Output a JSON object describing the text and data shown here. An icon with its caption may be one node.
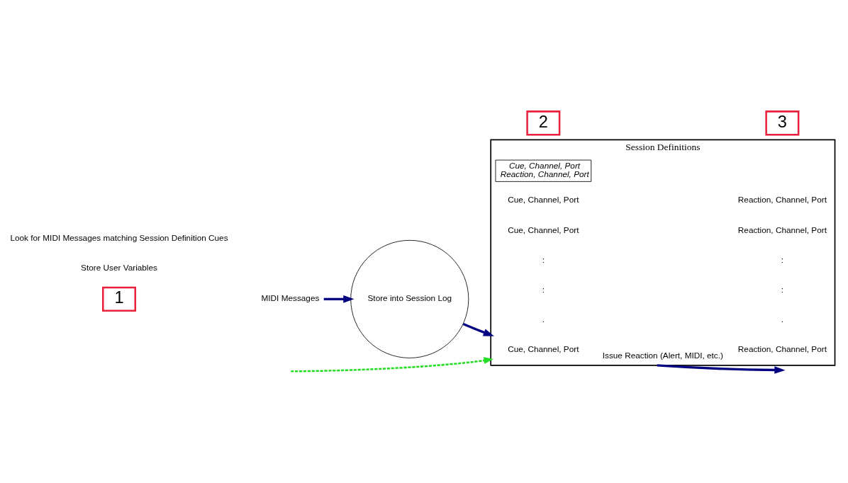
{
  "diagram": {
    "nodes": [
      {
        "text": [
          "1"
        ]
      },
      {
        "text": [
          "2"
        ]
      },
      {
        "text": [
          "3"
        ]
      },
      {
        "text": [
          "MIDI Messages"
        ]
      },
      {
        "text": [
          "Store into Session Log"
        ]
      },
      {
        "text": [
          "Session Definitions"
        ]
      },
      {
        "text": [
          "Cue, Channel, Port",
          "Reaction, Channel, Port"
        ],
        "in": 5
      }
    ],
    "edges": [
      {
        "from": 3,
        "to": 4,
        "arrow": "to"
      },
      {
        "from": 4,
        "to": 5,
        "arrow": "to"
      },
      {
        "from": null,
        "to": 5,
        "arrow": "to",
        "style": "dashed",
        "color": "#22dd22"
      },
      {
        "from": 5,
        "to": null,
        "arrow": "to",
        "label": "Issue Reaction (Alert, MIDI, etc.)"
      }
    ],
    "labels": [
      "Cue, Channel, Port",
      "Reaction, Channel, Port",
      "Cue, Channel, Port",
      "Reaction, Channel, Port",
      "Cue, Channel, Port",
      "Reaction, Channel, Port",
      ":",
      ":",
      ":",
      ":",
      ".",
      ".",
      "Store User Variables",
      "Look for MIDI Messages matching Session Definition Cues"
    ]
  }
}
